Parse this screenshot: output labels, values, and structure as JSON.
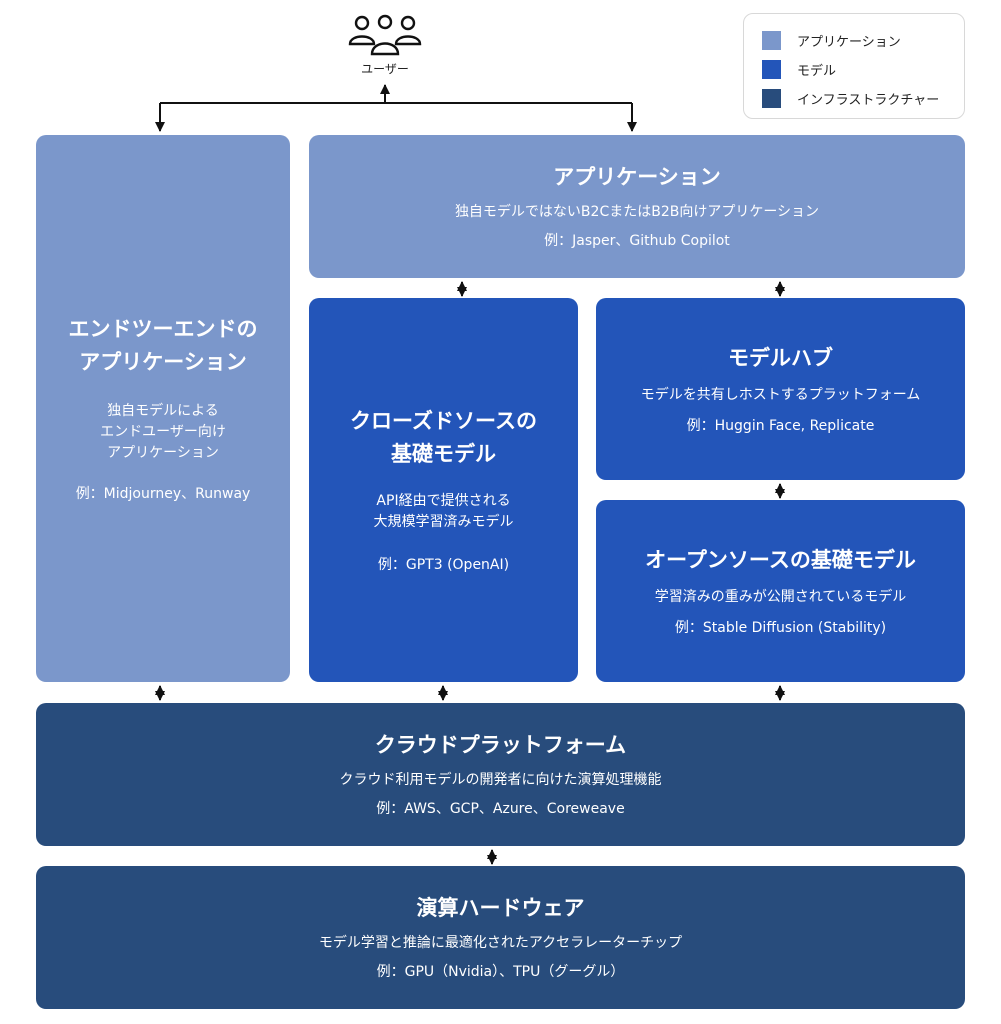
{
  "colors": {
    "application": "#7b97cb",
    "model": "#2355b9",
    "infrastructure": "#284c7c",
    "arrow": "#111111"
  },
  "user": {
    "icon": "users-icon",
    "label": "ユーザー"
  },
  "legend": {
    "items": [
      {
        "label": "アプリケーション",
        "color": "#7b97cb"
      },
      {
        "label": "モデル",
        "color": "#2355b9"
      },
      {
        "label": "インフラストラクチャー",
        "color": "#284c7c"
      }
    ]
  },
  "boxes": {
    "end_to_end": {
      "title": "エンドツーエンドの\nアプリケーション",
      "description": "独自モデルによる\nエンドユーザー向け\nアプリケーション",
      "example": "例：Midjourney、Runway"
    },
    "application": {
      "title": "アプリケーション",
      "description": "独自モデルではないB2CまたはB2B向けアプリケーション",
      "example": "例：Jasper、Github Copilot"
    },
    "closed_source": {
      "title": "クローズドソースの\n基礎モデル",
      "description": "API経由で提供される\n大規模学習済みモデル",
      "example": "例：GPT3 (OpenAI)"
    },
    "model_hub": {
      "title": "モデルハブ",
      "description": "モデルを共有しホストするプラットフォーム",
      "example": "例：Huggin Face, Replicate"
    },
    "open_source": {
      "title": "オープンソースの基礎モデル",
      "description": "学習済みの重みが公開されているモデル",
      "example": "例：Stable Diffusion (Stability)"
    },
    "cloud": {
      "title": "クラウドプラットフォーム",
      "description": "クラウド利用モデルの開発者に向けた演算処理機能",
      "example": "例：AWS、GCP、Azure、Coreweave"
    },
    "hardware": {
      "title": "演算ハードウェア",
      "description": "モデル学習と推論に最適化されたアクセラレーターチップ",
      "example": "例：GPU（Nvidia）、TPU（グーグル）"
    }
  }
}
